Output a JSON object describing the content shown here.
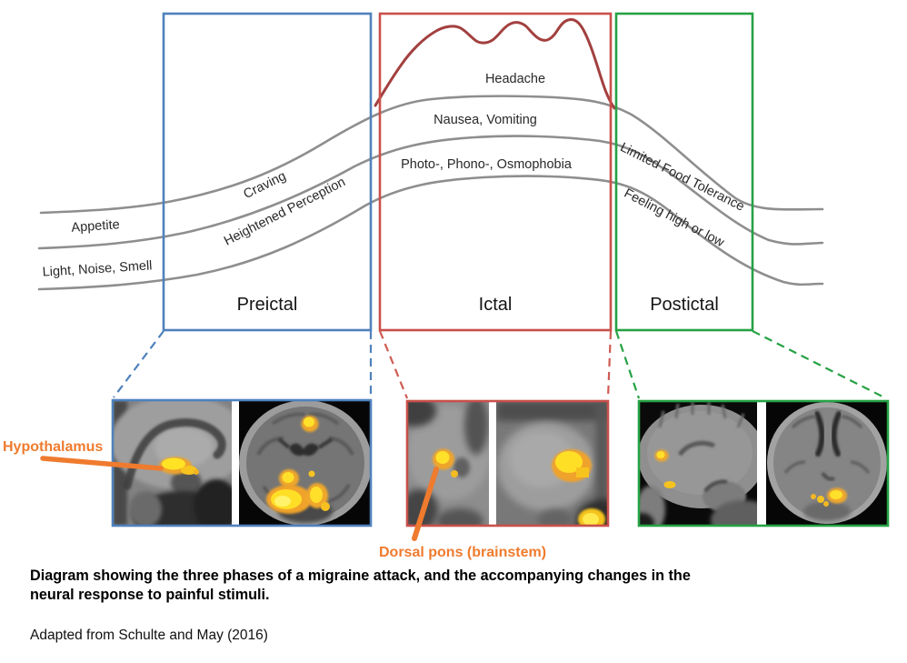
{
  "figure": {
    "title_hidden": "",
    "phases": [
      {
        "id": "preictal",
        "label": "Preictal",
        "color": "#4f81bd"
      },
      {
        "id": "ictal",
        "label": "Ictal",
        "color": "#c9504a"
      },
      {
        "id": "postictal",
        "label": "Postictal",
        "color": "#26a244"
      }
    ],
    "symptom_curves": {
      "headache": {
        "label": "Headache",
        "color": "#a2403f"
      },
      "nausea_vomiting": {
        "label": "Nausea, Vomiting"
      },
      "photo_phono_osmophobia": {
        "label": "Photo-, Phono-, Osmophobia"
      },
      "craving": {
        "label": "Craving"
      },
      "heightened_perception": {
        "label": "Heightened Perception"
      },
      "appetite": {
        "label": "Appetite"
      },
      "light_noise_smell": {
        "label": "Light, Noise, Smell"
      },
      "limited_food_tolerance": {
        "label": "Limited Food Tolerance"
      },
      "feeling_high_or_low": {
        "label": "Feeling high or low"
      }
    },
    "brain_annotations": {
      "hypothalamus": {
        "label": "Hypothalamus",
        "color": "#ef7b2e"
      },
      "dorsal_pons": {
        "label": "Dorsal pons (brainstem)",
        "color": "#ef7b2e"
      }
    },
    "caption_line1": "Diagram showing the three phases of a migraine attack, and the accompanying changes in the",
    "caption_line2": "neural response to painful stimuli.",
    "credit": "Adapted from Schulte and May (2016)",
    "colors": {
      "symptom_curve_gray": "#8e8e8e",
      "activation_yellow": "#ffdf26",
      "annotation_orange": "#ef7b2e"
    }
  }
}
